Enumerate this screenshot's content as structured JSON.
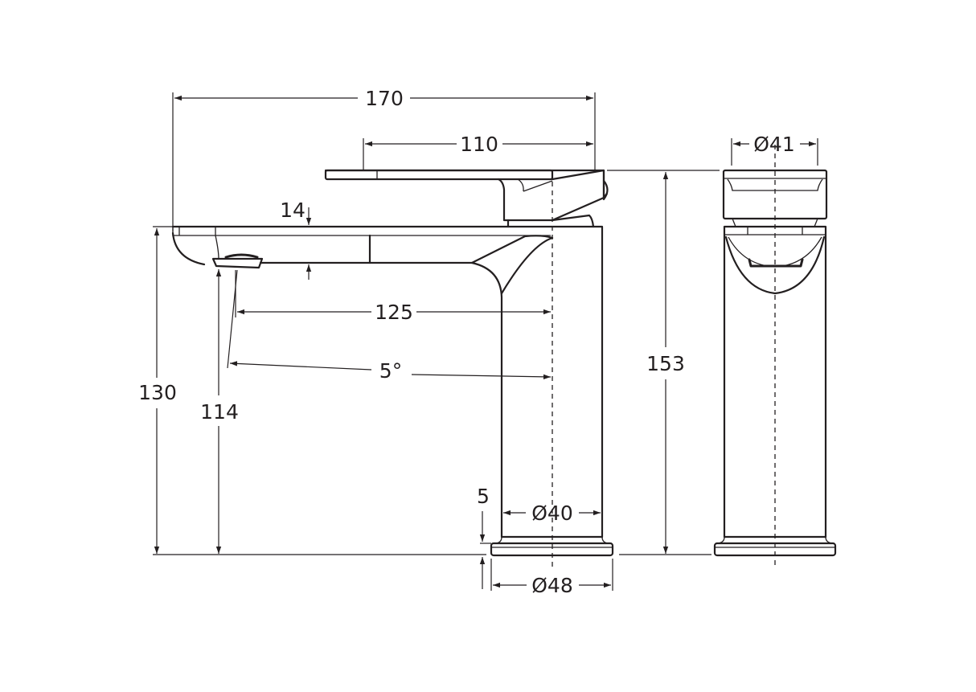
{
  "diagram": {
    "title": "Basin mixer dimension drawing",
    "units": "mm",
    "line_color": "#231f20",
    "background": "#ffffff",
    "views": [
      "side-view",
      "front-view"
    ],
    "dimensions": {
      "overall_length": "170",
      "handle_length": "110",
      "spout_thickness": "14",
      "spout_reach": "125",
      "spout_angle": "5°",
      "spout_height_top": "130",
      "outlet_height": "114",
      "overall_height": "153",
      "body_diameter": "Ø40",
      "base_diameter": "Ø48",
      "base_thickness": "5",
      "handle_diameter": "Ø41"
    }
  }
}
